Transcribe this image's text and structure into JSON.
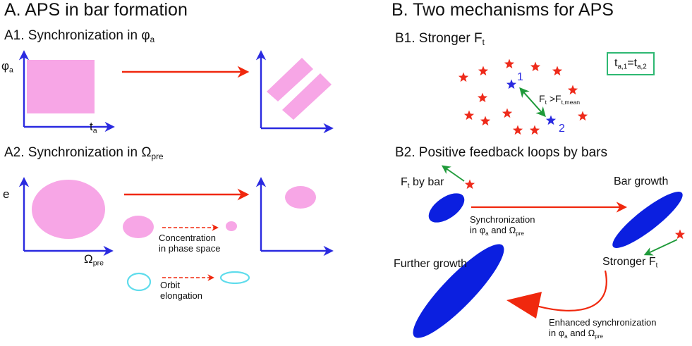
{
  "panel_a": {
    "title": "A. APS in bar formation",
    "a1_title_main": "A1. Synchronization in φ",
    "a1_title_sub": "a",
    "axis_phi": "φ",
    "axis_phi_sub": "a",
    "axis_t": "t",
    "axis_t_sub": "a",
    "a2_title_main": "A2. Synchronization in Ω",
    "a2_title_sub": "pre",
    "axis_e": "e",
    "axis_omega": "Ω",
    "axis_omega_sub": "pre",
    "concentration_line1": "Concentration",
    "concentration_line2": "in phase space",
    "orbit_line1": "Orbit",
    "orbit_line2": "elongation"
  },
  "panel_b": {
    "title": "B. Two mechanisms for APS",
    "b1_title_main": "B1.  Stronger F",
    "b1_title_sub": "t",
    "box_t1": "t",
    "box_t1_sub": "a,1",
    "box_eq": "=t",
    "box_t2_sub": "a,2",
    "star_label_1": "1",
    "star_label_2": "2",
    "ft_compare_main": "F",
    "ft_compare_sub": "t",
    "ft_compare_gt": " >F",
    "ft_compare_sub2": "t,mean",
    "b2_title": "B2. Positive feedback loops by bars",
    "ft_by_bar_main": "F",
    "ft_by_bar_sub": "t",
    "ft_by_bar_rest": "  by bar",
    "bar_growth": "Bar growth",
    "sync_line1": "Synchronization",
    "sync_line2_a": "in φ",
    "sync_line2_a_sub": "a",
    "sync_line2_b": " and Ω",
    "sync_line2_b_sub": "pre",
    "stronger_ft_main": "Stronger F",
    "stronger_ft_sub": "t",
    "further_growth": "Further growth",
    "enh_line1": "Enhanced synchronization",
    "enh_line2_a": "in φ",
    "enh_line2_a_sub": "a",
    "enh_line2_b": " and Ω",
    "enh_line2_b_sub": "pre"
  },
  "colors": {
    "axis": "#2a2ae0",
    "pink": "#f7a6e6",
    "red_arrow": "#f0280e",
    "cyan": "#5fdcec",
    "green": "#1f9a3a",
    "star_red": "#ee2a1a",
    "star_blue": "#2a2ae0",
    "ellipse_blue": "#0b1fe0",
    "box_border": "#2eb872"
  }
}
